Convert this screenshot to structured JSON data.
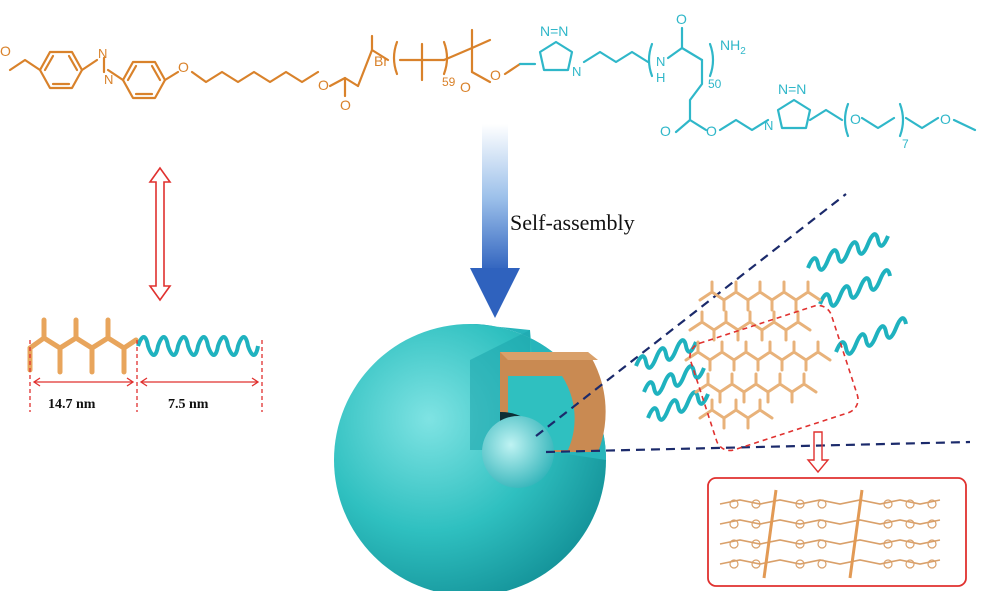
{
  "labels": {
    "br": "Br",
    "n59": "59",
    "n50": "50",
    "n7": "7",
    "nh2": "NH",
    "nh2_sub": "2",
    "triazole_n": "N=N",
    "n_atom": "N",
    "h_atom": "H",
    "o_atom": "O",
    "self_assembly": "Self-assembly",
    "dim_left": "14.7 nm",
    "dim_right": "7.5 nm"
  },
  "colors": {
    "orange": "#d9822b",
    "orange_light": "#e8b27a",
    "cyan": "#2fb7c9",
    "teal": "#3dc4c4",
    "navy": "#1b2a6b",
    "red_dash": "#e0312f",
    "arrow_blue": "#3b6fc2"
  },
  "icons": [
    "double-arrow-icon",
    "down-arrow-icon",
    "micelle-sphere-icon",
    "helix-icon"
  ]
}
